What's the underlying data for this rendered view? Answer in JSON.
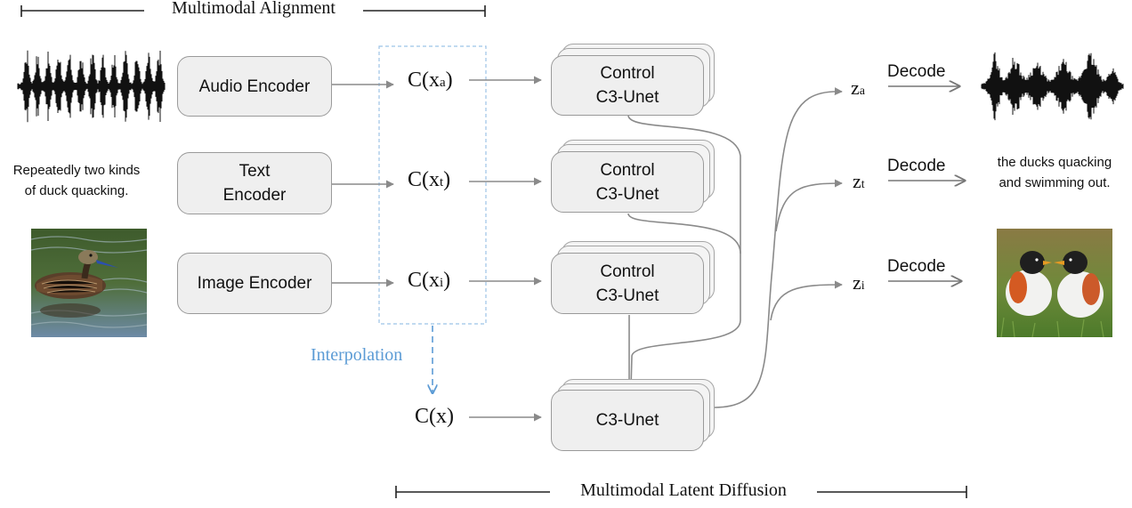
{
  "headers": {
    "alignment": "Multimodal Alignment",
    "diffusion": "Multimodal Latent Diffusion"
  },
  "inputs": {
    "text_caption_line1": "Repeatedly two kinds",
    "text_caption_line2": "of duck quacking."
  },
  "encoders": {
    "audio": "Audio Encoder",
    "text_line1": "Text",
    "text_line2": "Encoder",
    "image": "Image Encoder"
  },
  "conditions": {
    "audio_base": "C(x",
    "audio_sub": "a",
    "audio_close": ")",
    "text_base": "C(x",
    "text_sub": "t",
    "text_close": ")",
    "image_base": "C(x",
    "image_sub": "i",
    "image_close": ")",
    "interp": "C(x)"
  },
  "interpolation": "Interpolation",
  "unets": {
    "control_line1": "Control",
    "control_line2": "C3-Unet",
    "main": "C3-Unet"
  },
  "latents": {
    "z_base": "z",
    "a_sub": "a",
    "t_sub": "t",
    "i_sub": "i"
  },
  "decode": {
    "label": "Decode"
  },
  "outputs": {
    "text_line1": "the ducks quacking",
    "text_line2": "and swimming out."
  },
  "colors": {
    "arrow": "#8a8a8a",
    "box_fill": "#efefef",
    "interpolation": "#5b9bd5"
  },
  "icons": {
    "input_audio": "waveform-icon",
    "input_image": "duck-photo",
    "output_audio": "waveform-icon",
    "output_image": "birds-photo"
  }
}
